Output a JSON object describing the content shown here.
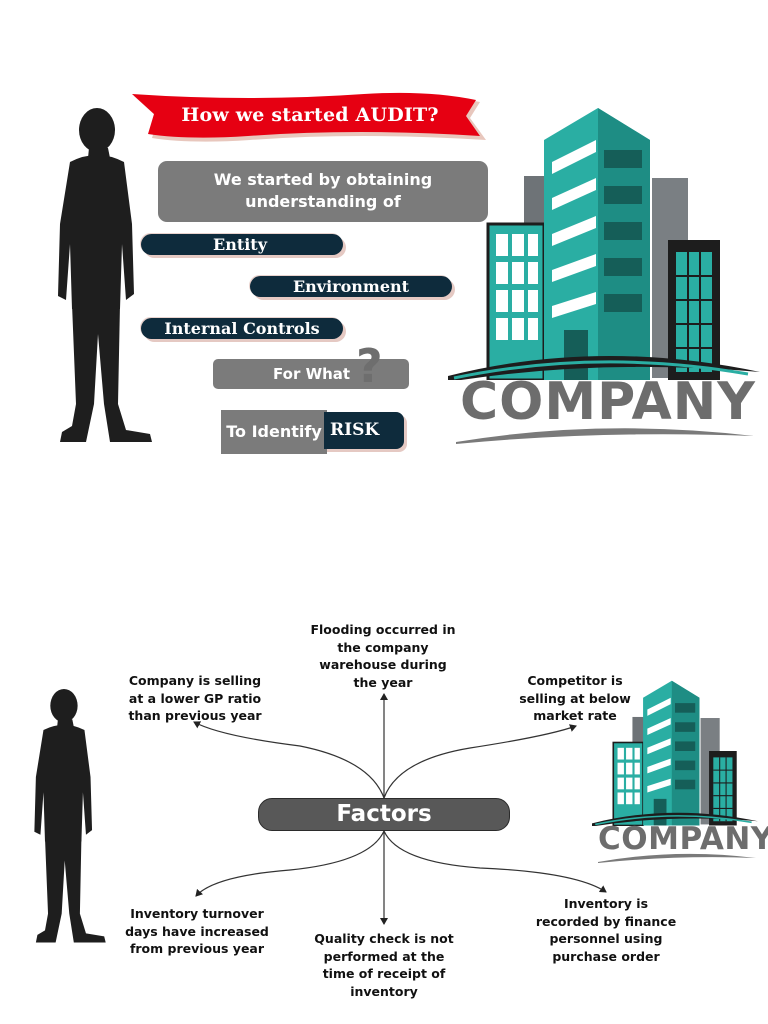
{
  "top": {
    "title": "How we started AUDIT?",
    "intro": [
      "We started by obtaining",
      "understanding of"
    ],
    "pills": [
      "Entity",
      "Environment",
      "Internal Controls"
    ],
    "for_what": "For What",
    "question_mark": "?",
    "to_identify": "To Identify",
    "risk": "RISK",
    "logo_text": "COMPANY"
  },
  "bottom": {
    "center": "Factors",
    "factors": {
      "flooding": [
        "Flooding occurred in",
        "the company",
        "warehouse during",
        "the year"
      ],
      "gp_ratio": [
        "Company is selling",
        "at a lower GP ratio",
        "than previous year"
      ],
      "competitor": [
        "Competitor is",
        "selling at below",
        "market rate"
      ],
      "turnover": [
        "Inventory turnover",
        "days have increased",
        "from previous year"
      ],
      "quality": [
        "Quality check is not",
        "performed at the",
        "time of receipt of",
        "inventory"
      ],
      "recorded": [
        "Inventory is",
        "recorded by finance",
        "personnel using",
        "purchase order"
      ]
    },
    "logo_text": "COMPANY"
  },
  "colors": {
    "ribbon_red": "#e60012",
    "navy": "#0e2b3c",
    "grey": "#7b7b7b",
    "teal": "#2aaea3",
    "logo_grey": "#6d6d6d"
  },
  "icons": [
    "person-silhouette-icon",
    "building-icon",
    "question-mark-icon",
    "arrow-icon"
  ]
}
